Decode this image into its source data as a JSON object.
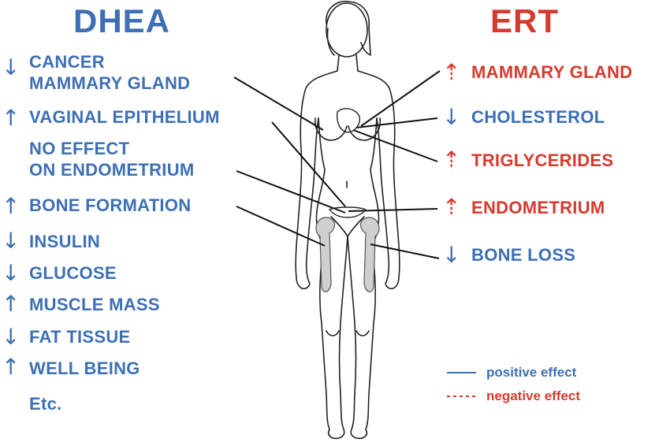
{
  "colors": {
    "dhea": "#3d6fb5",
    "ert": "#d63a2e",
    "body_outline": "#222222",
    "bone_fill": "#cfcfcf"
  },
  "dhea": {
    "title": "DHEA",
    "items": [
      {
        "arrow": "↓",
        "line1": "CANCER",
        "line2": "MAMMARY GLAND"
      },
      {
        "arrow": "↑",
        "line1": "VAGINAL EPITHELIUM"
      },
      {
        "arrow": "",
        "line1": "NO EFFECT",
        "line2": "ON ENDOMETRIUM"
      },
      {
        "arrow": "↑",
        "line1": "BONE FORMATION"
      },
      {
        "arrow": "↓",
        "line1": "INSULIN"
      },
      {
        "arrow": "↓",
        "line1": "GLUCOSE"
      },
      {
        "arrow": "↑",
        "line1": "MUSCLE MASS"
      },
      {
        "arrow": "↓",
        "line1": "FAT TISSUE"
      },
      {
        "arrow": "↑",
        "line1": "WELL BEING"
      },
      {
        "arrow": "",
        "line1": "Etc."
      }
    ]
  },
  "ert": {
    "title": "ERT",
    "items": [
      {
        "arrow": "⇡",
        "label": "MAMMARY GLAND",
        "effect": "negative"
      },
      {
        "arrow": "↓",
        "label": "CHOLESTEROL",
        "effect": "positive"
      },
      {
        "arrow": "⇡",
        "label": "TRIGLYCERIDES",
        "effect": "negative"
      },
      {
        "arrow": "⇡",
        "label": "ENDOMETRIUM",
        "effect": "negative"
      },
      {
        "arrow": "↓",
        "label": "BONE LOSS",
        "effect": "positive"
      }
    ]
  },
  "legend": {
    "positive_symbol": "—",
    "positive": "positive effect",
    "negative_symbol": "- - - -",
    "negative": "negative effect"
  }
}
